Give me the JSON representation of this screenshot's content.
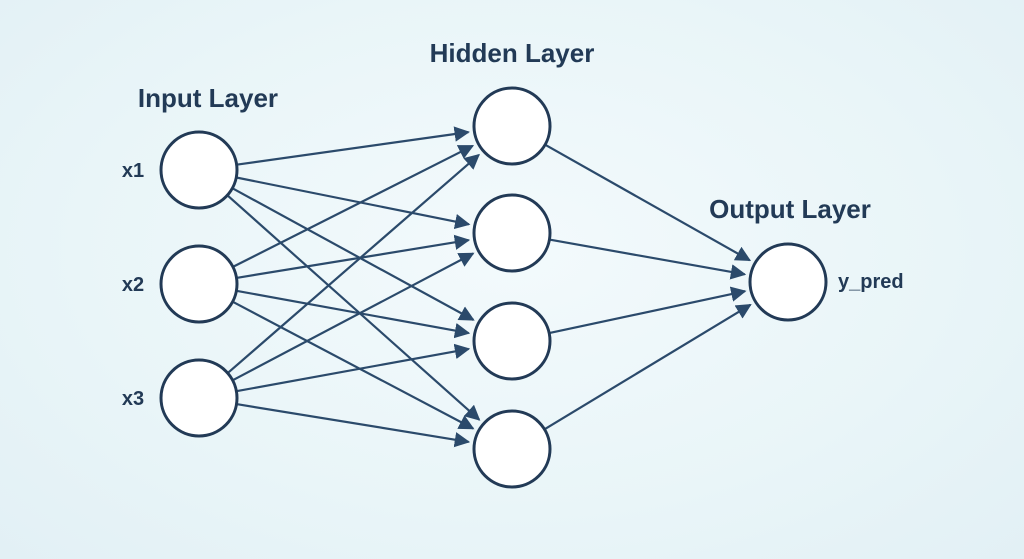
{
  "colors": {
    "background": "#e8f4f8",
    "ink": "#223a56",
    "edge": "#2b4a6b",
    "node_fill": "#ffffff"
  },
  "layers": {
    "input": {
      "title": "Input Layer",
      "nodes": [
        {
          "label": "x1"
        },
        {
          "label": "x2"
        },
        {
          "label": "x3"
        }
      ]
    },
    "hidden": {
      "title": "Hidden Layer",
      "nodes": [
        {},
        {},
        {},
        {}
      ]
    },
    "output": {
      "title": "Output Layer",
      "nodes": [
        {
          "label": "y_pred"
        }
      ]
    }
  },
  "connections": "fully-connected"
}
